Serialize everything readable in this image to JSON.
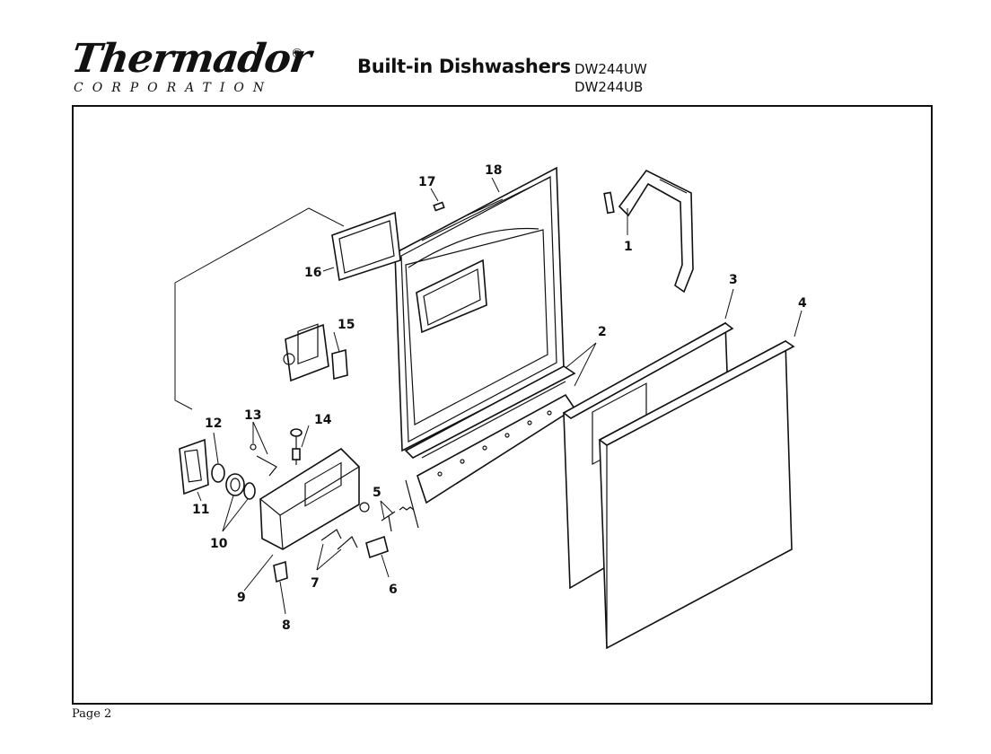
{
  "header": {
    "brand": "Thermador",
    "registered_mark": "®",
    "corporation": "CORPORATION",
    "title": "Built-in Dishwashers",
    "models": [
      "DW244UW",
      "DW244UB"
    ]
  },
  "footer": {
    "page_label": "Page 2"
  },
  "diagram": {
    "callouts": [
      {
        "id": "callout-1",
        "text": "1"
      },
      {
        "id": "callout-2",
        "text": "2"
      },
      {
        "id": "callout-3",
        "text": "3"
      },
      {
        "id": "callout-4",
        "text": "4"
      },
      {
        "id": "callout-5",
        "text": "5"
      },
      {
        "id": "callout-6",
        "text": "6"
      },
      {
        "id": "callout-7",
        "text": "7"
      },
      {
        "id": "callout-8",
        "text": "8"
      },
      {
        "id": "callout-9",
        "text": "9"
      },
      {
        "id": "callout-10",
        "text": "10"
      },
      {
        "id": "callout-11",
        "text": "11"
      },
      {
        "id": "callout-12",
        "text": "12"
      },
      {
        "id": "callout-13",
        "text": "13"
      },
      {
        "id": "callout-14",
        "text": "14"
      },
      {
        "id": "callout-15",
        "text": "15"
      },
      {
        "id": "callout-16",
        "text": "16"
      },
      {
        "id": "callout-17",
        "text": "17"
      },
      {
        "id": "callout-18",
        "text": "18"
      }
    ]
  }
}
